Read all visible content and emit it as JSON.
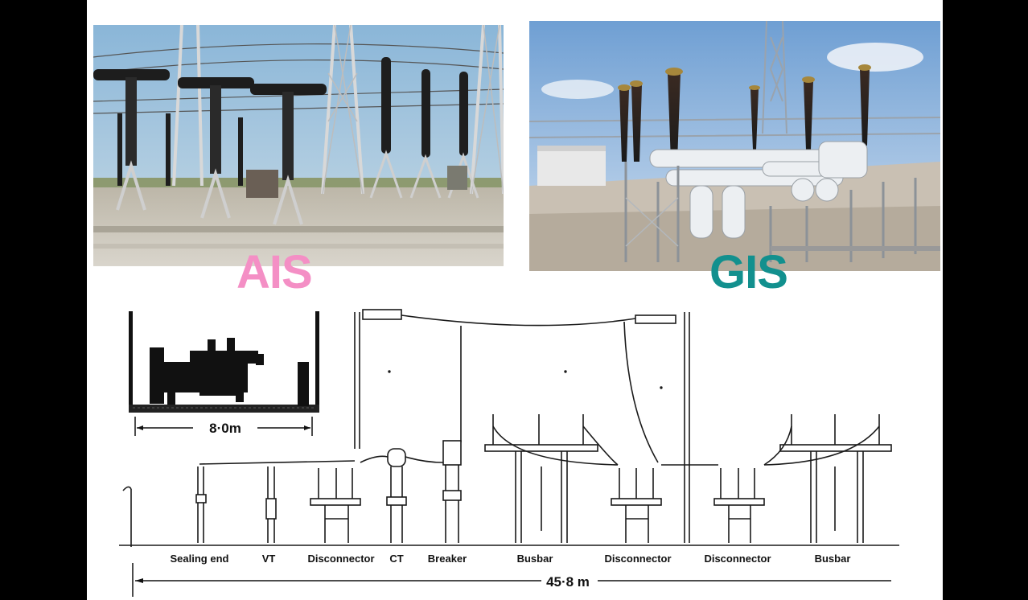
{
  "photos": {
    "ais": {
      "caption": "AIS",
      "caption_color": "#f48fc5"
    },
    "gis": {
      "caption": "GIS",
      "caption_color": "#12908e"
    }
  },
  "diagram": {
    "gis_width": "8·0m",
    "ais_width": "45·8 m",
    "component_labels": [
      "Sealing end",
      "VT",
      "Disconnector",
      "CT",
      "Breaker",
      "Busbar",
      "Disconnector",
      "Disconnector",
      "Busbar"
    ]
  }
}
